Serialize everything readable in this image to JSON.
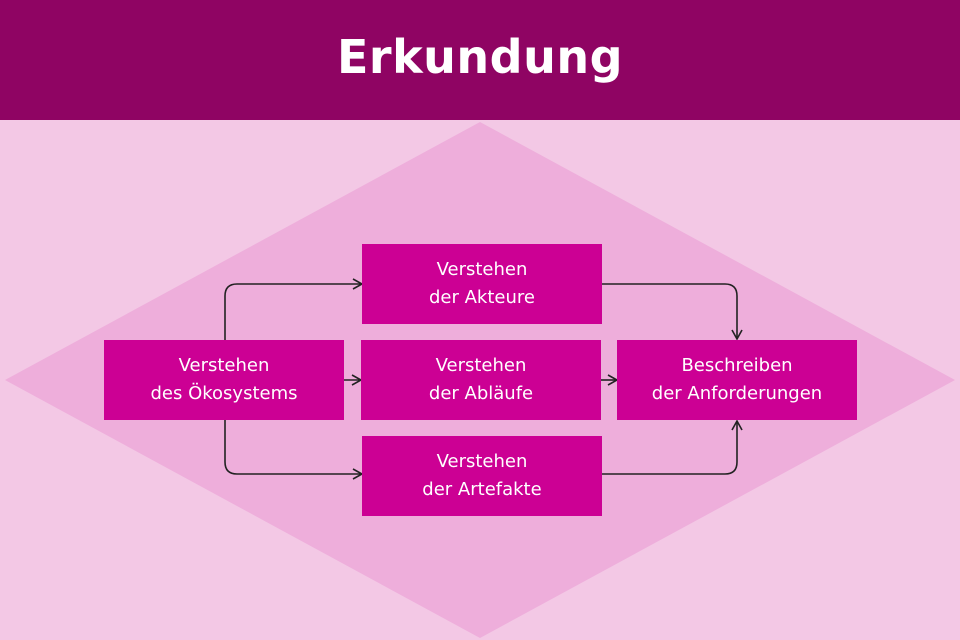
{
  "title": "Erkundung",
  "colors": {
    "header_bg": "#8f0463",
    "page_bg": "#f3c8e5",
    "diamond": "#eeaedb",
    "box": "#cc0094",
    "arrow": "#222222"
  },
  "boxes": {
    "ecosystem": "Verstehen\ndes Ökosystems",
    "actors": "Verstehen\nder Akteure",
    "processes": "Verstehen\nder Abläufe",
    "artifacts": "Verstehen\nder Artefakte",
    "requirements": "Beschreiben\nder Anforderungen"
  }
}
